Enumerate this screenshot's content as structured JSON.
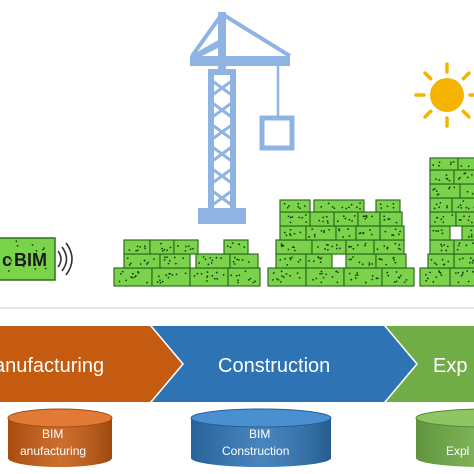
{
  "bim_tag": {
    "label": "BIM",
    "prefix": "c"
  },
  "phases": [
    {
      "label": "anufacturing",
      "color": "#c55a11"
    },
    {
      "label": "Construction",
      "color": "#2e74b5"
    },
    {
      "label": "Exp",
      "color": "#70ad47"
    }
  ],
  "databases": [
    {
      "line1": "BIM",
      "line2": "anufacturing",
      "color": "#c55a11"
    },
    {
      "line1": "BIM",
      "line2": "Construction",
      "color": "#2e74b5"
    },
    {
      "line1": "",
      "line2": "Expl",
      "color": "#70ad47"
    }
  ],
  "icons": [
    "tower-crane-icon",
    "sun-icon",
    "brick-wall-icon",
    "wifi-signal-icon"
  ],
  "colors": {
    "crane": "#8fb4e3",
    "brick_fill": "#7bd34b",
    "brick_edge": "#2f6f1e",
    "sun": "#f5b400",
    "divider": "#d9d9d9"
  }
}
